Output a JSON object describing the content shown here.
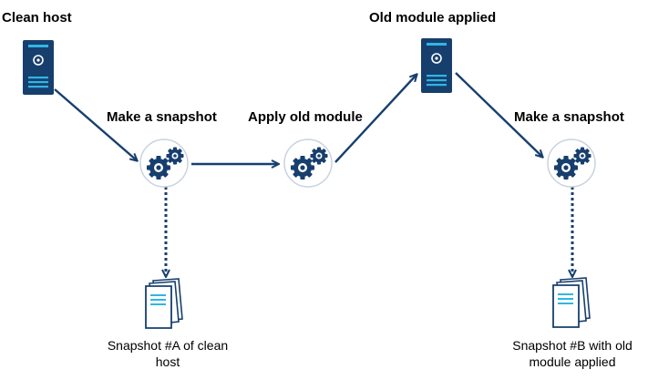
{
  "labels": {
    "clean_host": "Clean host",
    "old_module_applied": "Old module applied",
    "make_snapshot_1": "Make a snapshot",
    "apply_old_module": "Apply old module",
    "make_snapshot_2": "Make a snapshot",
    "snapshot_a_line1": "Snapshot #A of clean",
    "snapshot_a_line2": "host",
    "snapshot_b_line1": "Snapshot #B with old",
    "snapshot_b_line2": "module applied"
  },
  "nodes": [
    {
      "id": "server-clean",
      "icon": "server-icon"
    },
    {
      "id": "gears-snapshot-a",
      "icon": "gears-icon"
    },
    {
      "id": "gears-apply-module",
      "icon": "gears-icon"
    },
    {
      "id": "server-old-module",
      "icon": "server-icon"
    },
    {
      "id": "gears-snapshot-b",
      "icon": "gears-icon"
    },
    {
      "id": "doc-snapshot-a",
      "icon": "document-stack-icon"
    },
    {
      "id": "doc-snapshot-b",
      "icon": "document-stack-icon"
    }
  ],
  "colors": {
    "navy": "#173f6e",
    "accent": "#2fb6e3",
    "circle_border": "#c9d3de"
  }
}
